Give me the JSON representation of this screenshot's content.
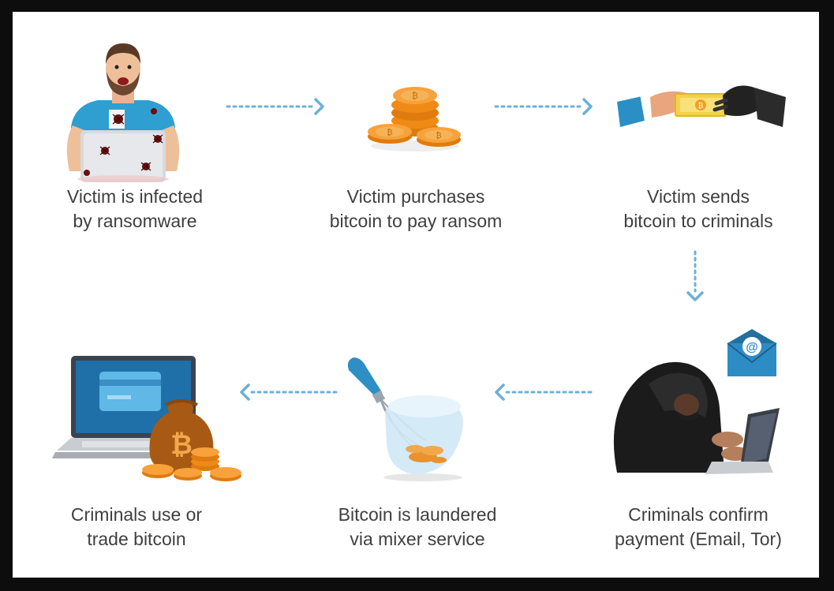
{
  "diagram": {
    "arrow_color": "#6bb0d8",
    "steps": [
      {
        "caption_line1": "Victim is infected",
        "caption_line2": "by ransomware",
        "icon": "infected-laptop-man-icon"
      },
      {
        "caption_line1": "Victim purchases",
        "caption_line2": "bitcoin to pay ransom",
        "icon": "bitcoin-coins-icon"
      },
      {
        "caption_line1": "Victim sends",
        "caption_line2": "bitcoin to criminals",
        "icon": "money-handover-icon"
      },
      {
        "caption_line1": "Criminals confirm",
        "caption_line2": "payment (Email, Tor)",
        "icon": "hooded-hacker-icon"
      },
      {
        "caption_line1": "Bitcoin is laundered",
        "caption_line2": "via mixer service",
        "icon": "mixer-bowl-icon"
      },
      {
        "caption_line1": "Criminals use or",
        "caption_line2": "trade bitcoin",
        "icon": "laptop-money-bag-icon"
      }
    ]
  }
}
